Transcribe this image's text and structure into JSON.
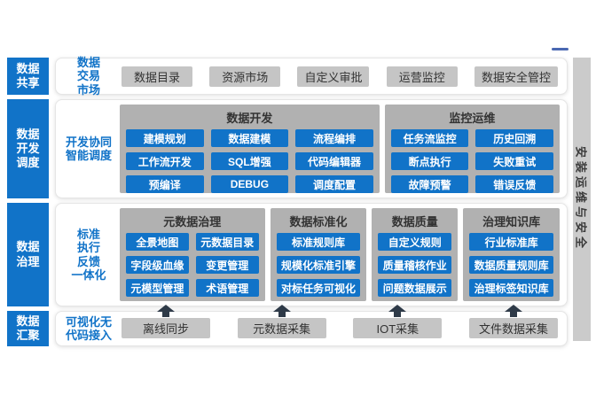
{
  "colors": {
    "accent_blue": "#1173c8",
    "panel_gray": "#b1b1b1",
    "chip_gray": "#c5c5c5",
    "arrow_dark": "#2e3a48",
    "rail_gray": "#cbcbcb"
  },
  "side_rail": {
    "label": "安装运维与安全"
  },
  "rows": [
    {
      "block": "数据\n共享",
      "label": "数据\n交易\n市场",
      "gray_buttons": [
        "数据目录",
        "资源市场",
        "自定义审批",
        "运营监控",
        "数据安全管控"
      ]
    },
    {
      "block": "数据\n开发\n调度",
      "label": "开发协同\n智能调度",
      "panels": [
        {
          "title": "数据开发",
          "cols": 3,
          "buttons": [
            "建模规划",
            "数据建模",
            "流程编排",
            "工作流开发",
            "SQL增强",
            "代码编辑器",
            "预编译",
            "DEBUG",
            "调度配置"
          ]
        },
        {
          "title": "监控运维",
          "cols": 2,
          "buttons": [
            "任务流监控",
            "历史回溯",
            "断点执行",
            "失败重试",
            "故障预警",
            "错误反馈"
          ]
        }
      ]
    },
    {
      "block": "数据\n治理",
      "label": "标准\n执行\n反馈\n一体化",
      "panels": [
        {
          "title": "元数据治理",
          "cols": 2,
          "buttons": [
            "全景地图",
            "元数据目录",
            "字段级血缘",
            "变更管理",
            "元模型管理",
            "术语管理"
          ]
        },
        {
          "title": "数据标准化",
          "cols": 1,
          "buttons": [
            "标准规则库",
            "规模化标准引擎",
            "对标任务可视化"
          ]
        },
        {
          "title": "数据质量",
          "cols": 1,
          "buttons": [
            "自定义规则",
            "质量稽核作业",
            "问题数据展示"
          ]
        },
        {
          "title": "治理知识库",
          "cols": 1,
          "buttons": [
            "行业标准库",
            "数据质量规则库",
            "治理标签知识库"
          ]
        }
      ]
    },
    {
      "block": "数据\n汇聚",
      "label": "可视化无\n代码接入",
      "arrow_buttons": [
        "离线同步",
        "元数据采集",
        "IOT采集",
        "文件数据采集"
      ]
    }
  ]
}
